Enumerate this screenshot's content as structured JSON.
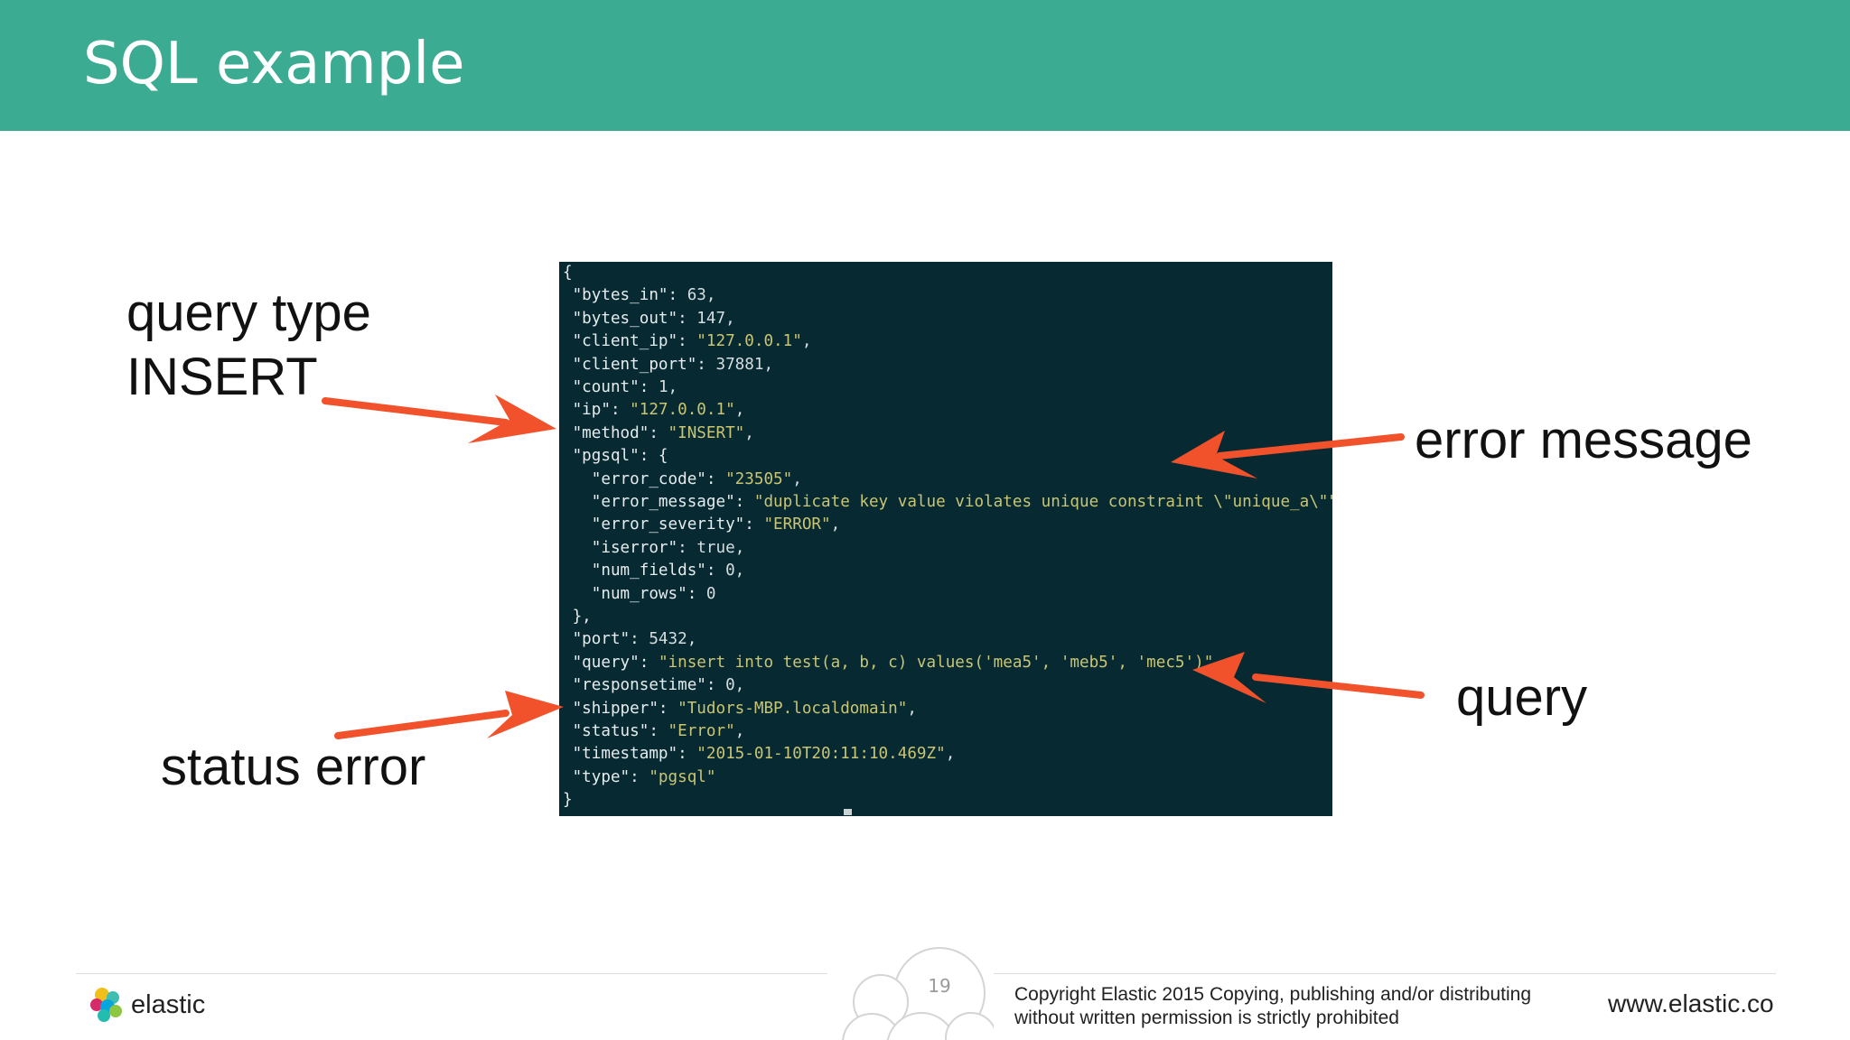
{
  "slide": {
    "title": "SQL example",
    "page_number": "19",
    "brand": "elastic",
    "copyright_line1": "Copyright Elastic 2015 Copying, publishing and/or distributing",
    "copyright_line2": "without written permission is strictly prohibited",
    "website": "www.elastic.co",
    "accent_color": "#3bab91",
    "arrow_color": "#f1522c"
  },
  "annotations": {
    "query_type": "query type",
    "insert": "INSERT",
    "error_message": "error message",
    "query": "query",
    "status_error": "status error"
  },
  "terminal": {
    "background": "#062932",
    "lines": [
      {
        "indent": "",
        "key": "{",
        "value": "",
        "tail": ""
      },
      {
        "indent": " ",
        "key": "\"bytes_in\": ",
        "value": "63",
        "tail": ",",
        "vtype": "n"
      },
      {
        "indent": " ",
        "key": "\"bytes_out\": ",
        "value": "147",
        "tail": ",",
        "vtype": "n"
      },
      {
        "indent": " ",
        "key": "\"client_ip\": ",
        "value": "\"127.0.0.1\"",
        "tail": ",",
        "vtype": "s"
      },
      {
        "indent": " ",
        "key": "\"client_port\": ",
        "value": "37881",
        "tail": ",",
        "vtype": "n"
      },
      {
        "indent": " ",
        "key": "\"count\": ",
        "value": "1",
        "tail": ",",
        "vtype": "n"
      },
      {
        "indent": " ",
        "key": "\"ip\": ",
        "value": "\"127.0.0.1\"",
        "tail": ",",
        "vtype": "s"
      },
      {
        "indent": " ",
        "key": "\"method\": ",
        "value": "\"INSERT\"",
        "tail": ",",
        "vtype": "s"
      },
      {
        "indent": " ",
        "key": "\"pgsql\": {",
        "value": "",
        "tail": ""
      },
      {
        "indent": "   ",
        "key": "\"error_code\": ",
        "value": "\"23505\"",
        "tail": ",",
        "vtype": "s"
      },
      {
        "indent": "   ",
        "key": "\"error_message\": ",
        "value": "\"duplicate key value violates unique constraint \\\"unique_a\\\"\"",
        "tail": ",",
        "vtype": "s"
      },
      {
        "indent": "   ",
        "key": "\"error_severity\": ",
        "value": "\"ERROR\"",
        "tail": ",",
        "vtype": "s"
      },
      {
        "indent": "   ",
        "key": "\"iserror\": ",
        "value": "true",
        "tail": ",",
        "vtype": "n"
      },
      {
        "indent": "   ",
        "key": "\"num_fields\": ",
        "value": "0",
        "tail": ",",
        "vtype": "n"
      },
      {
        "indent": "   ",
        "key": "\"num_rows\": ",
        "value": "0",
        "tail": "",
        "vtype": "n"
      },
      {
        "indent": " ",
        "key": "},",
        "value": "",
        "tail": ""
      },
      {
        "indent": " ",
        "key": "\"port\": ",
        "value": "5432",
        "tail": ",",
        "vtype": "n"
      },
      {
        "indent": " ",
        "key": "\"query\": ",
        "value": "\"insert into test(a, b, c) values('mea5', 'meb5', 'mec5')\"",
        "tail": ",",
        "vtype": "s"
      },
      {
        "indent": " ",
        "key": "\"responsetime\": ",
        "value": "0",
        "tail": ",",
        "vtype": "n"
      },
      {
        "indent": " ",
        "key": "\"shipper\": ",
        "value": "\"Tudors-MBP.localdomain\"",
        "tail": ",",
        "vtype": "s"
      },
      {
        "indent": " ",
        "key": "\"status\": ",
        "value": "\"Error\"",
        "tail": ",",
        "vtype": "s"
      },
      {
        "indent": " ",
        "key": "\"timestamp\": ",
        "value": "\"2015-01-10T20:11:10.469Z\"",
        "tail": ",",
        "vtype": "s"
      },
      {
        "indent": " ",
        "key": "\"type\": ",
        "value": "\"pgsql\"",
        "tail": "",
        "vtype": "s"
      },
      {
        "indent": "",
        "key": "}",
        "value": "",
        "tail": ""
      }
    ]
  }
}
